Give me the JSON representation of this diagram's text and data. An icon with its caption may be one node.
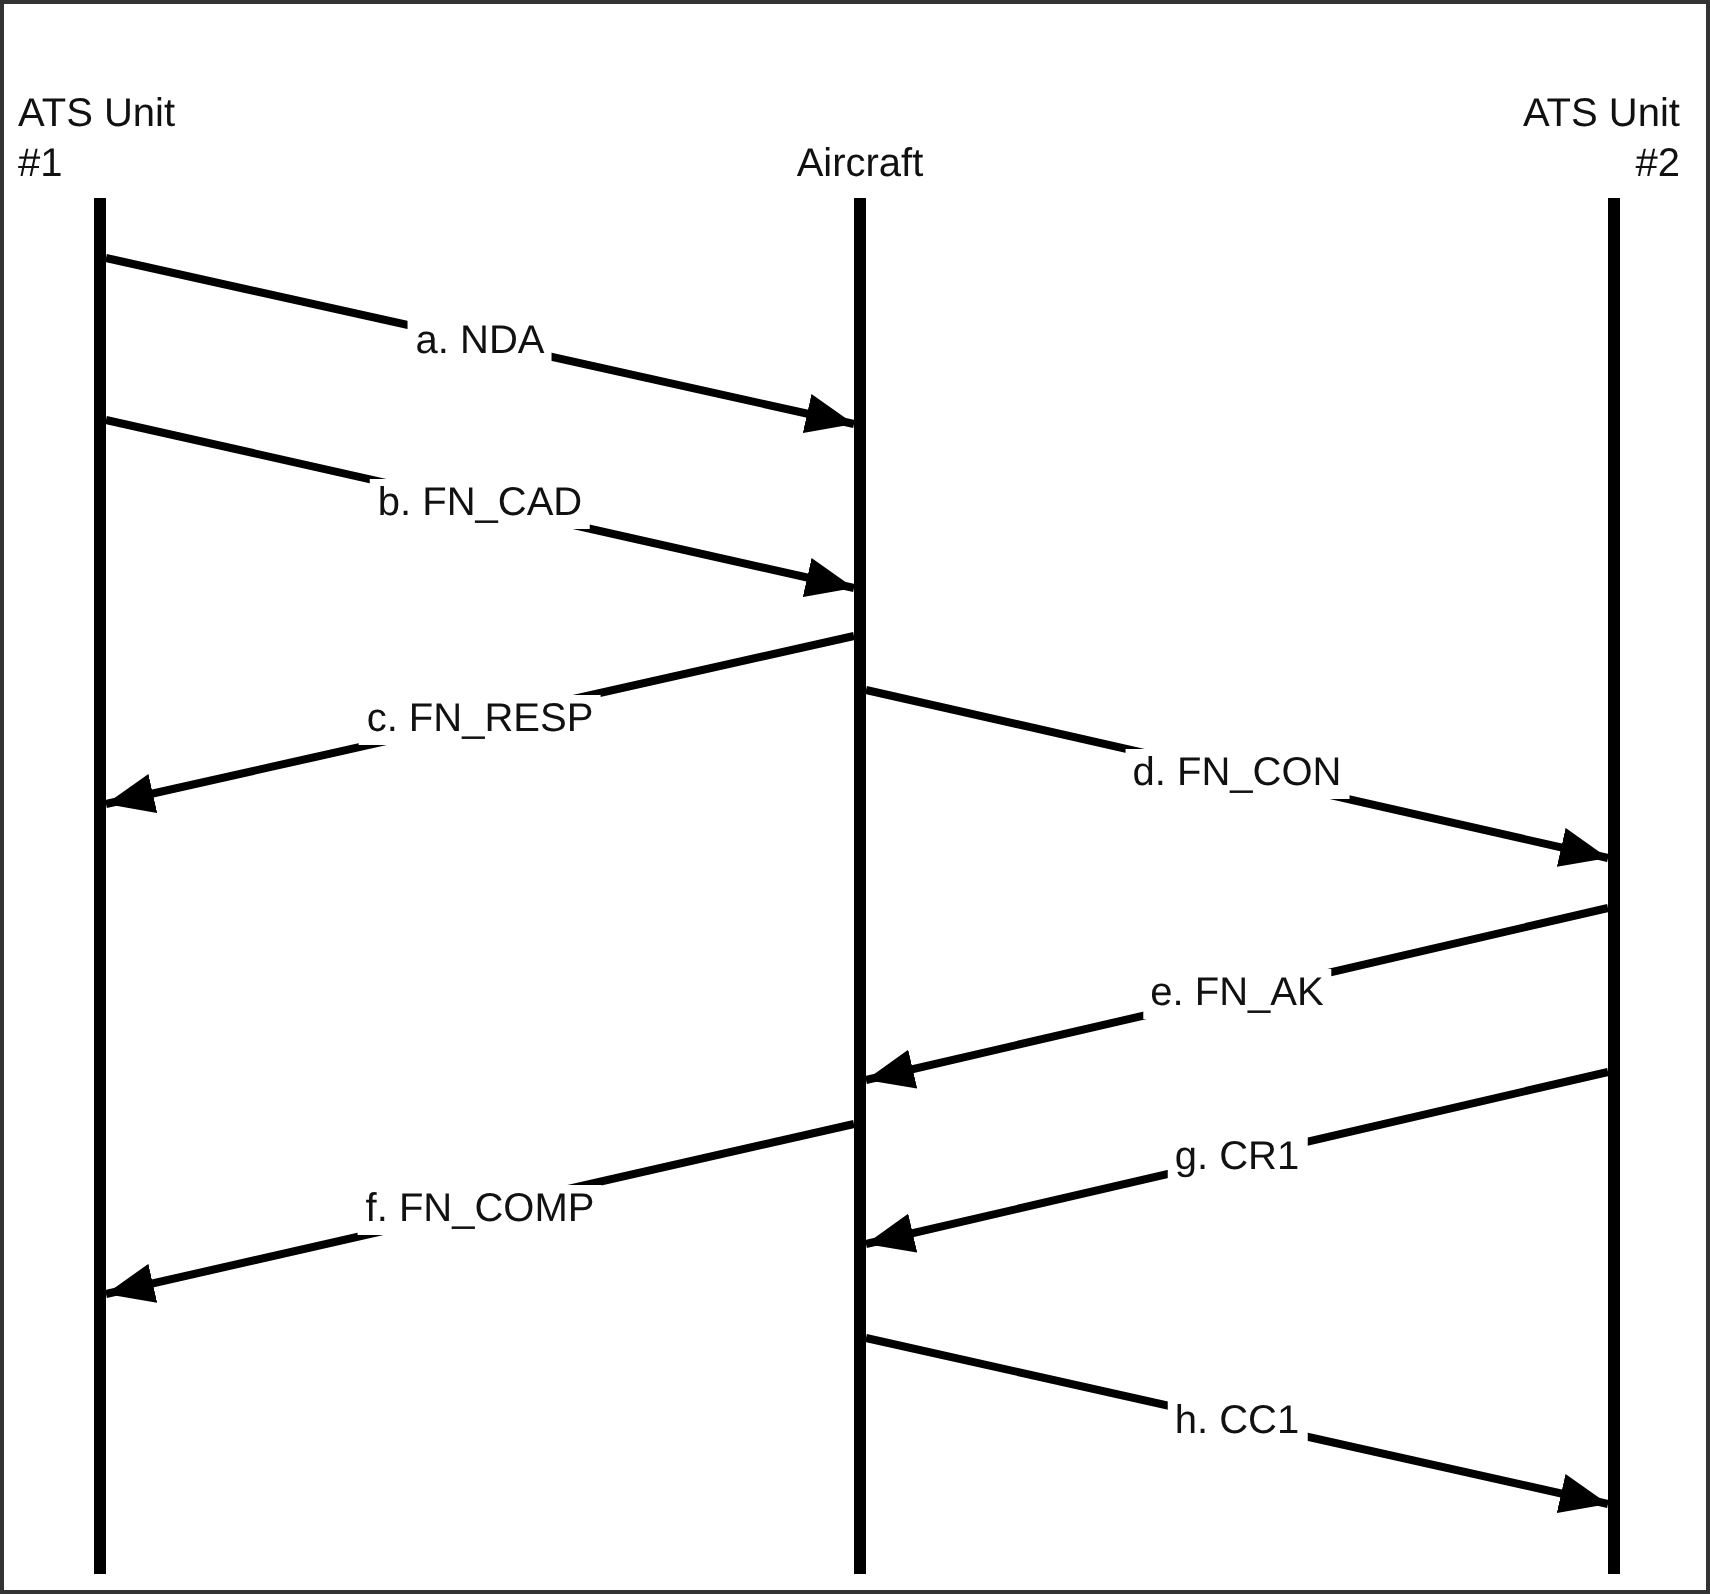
{
  "diagram": {
    "nodes": [
      {
        "text": [
          "ATS Unit #1"
        ]
      },
      {
        "text": [
          "Aircraft"
        ]
      },
      {
        "text": [
          "ATS Unit #2"
        ]
      }
    ],
    "edges": [
      {
        "from": 0,
        "to": 1,
        "arrow": "to",
        "label": "a. NDA"
      },
      {
        "from": 0,
        "to": 1,
        "arrow": "to",
        "label": "b. FN_CAD"
      },
      {
        "from": 1,
        "to": 0,
        "arrow": "to",
        "label": "c. FN_RESP"
      },
      {
        "from": 1,
        "to": 2,
        "arrow": "to",
        "label": "d. FN_CON"
      },
      {
        "from": 2,
        "to": 1,
        "arrow": "to",
        "label": "e. FN_AK"
      },
      {
        "from": 1,
        "to": 0,
        "arrow": "to",
        "label": "f. FN_COMP"
      },
      {
        "from": 2,
        "to": 1,
        "arrow": "to",
        "label": "g. CR1"
      },
      {
        "from": 1,
        "to": 2,
        "arrow": "to",
        "label": "h. CC1"
      }
    ]
  }
}
